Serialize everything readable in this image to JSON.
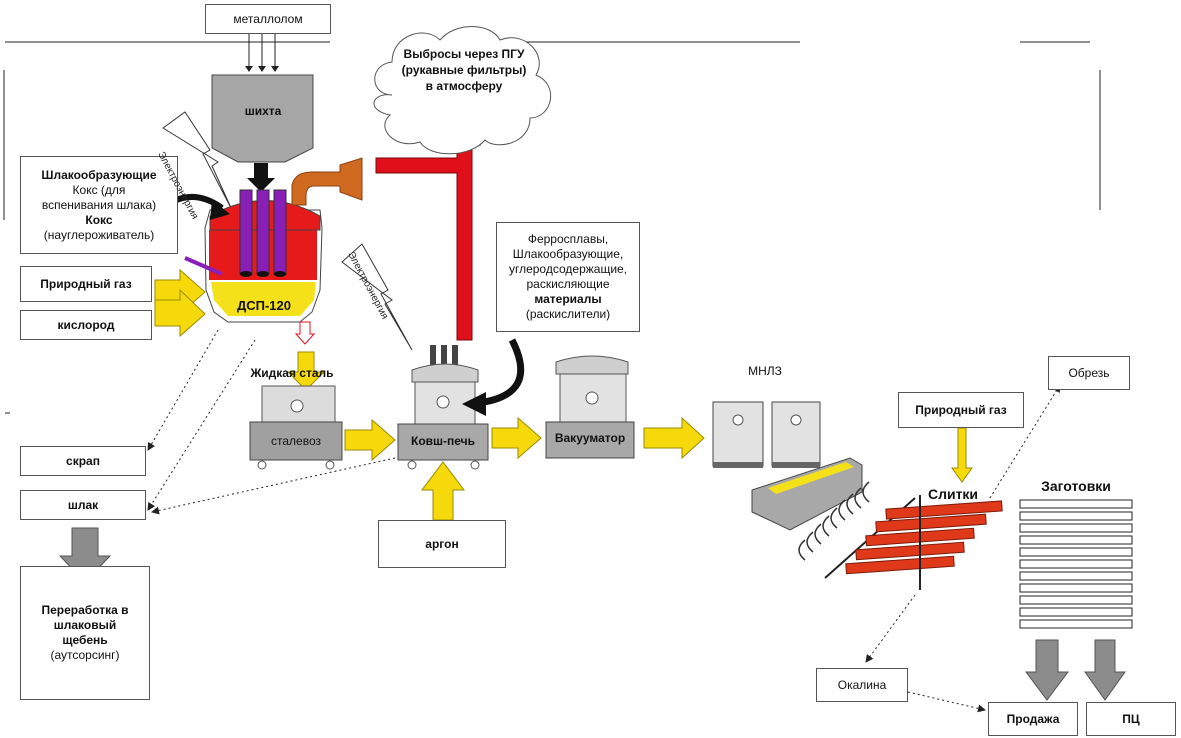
{
  "labels": {
    "scrap_metal": "металлолом",
    "charge": "шихта",
    "emissions": "Выбросы через ПГУ (рукавные фильтры) в атмосферу",
    "slag_formers_block": [
      "Шлакообразующие",
      "Кокс (для",
      "вспенивания шлака)",
      "Кокс",
      "(науглероживатель)"
    ],
    "natural_gas_1": "Природный газ",
    "oxygen": "кислород",
    "eaf": "ДСП-120",
    "energy": "Электроэнергия",
    "liquid_steel": "Жидкая сталь",
    "steel_ladle": "сталевоз",
    "ladle_furnace": "Ковш-печь",
    "vacuumator": "Вакууматор",
    "ferroalloys_block": [
      "Ферросплавы,",
      "Шлакообразующие,",
      "углеродсодержащие,",
      "раскисляющие",
      "материалы",
      "(раскислители)"
    ],
    "argon": "аргон",
    "scrap": "скрап",
    "slag": "шлак",
    "slag_processing": [
      "Переработка в",
      "шлаковый",
      "щебень",
      "(аутсорсинг)"
    ],
    "ccm": "МНЛЗ",
    "natural_gas_2": "Природный газ",
    "ingots": "Слитки",
    "billets": "Заготовки",
    "trim": "Обрезь",
    "scale": "Окалина",
    "sale": "Продажа",
    "pc": "ПЦ"
  },
  "colors": {
    "yellow_arrow": "#f5d90a",
    "red_arrow": "#e0101a",
    "gray_arrow": "#8c8c8c",
    "furnace_red": "#e61a1a",
    "electrode_purple": "#8a1fb8",
    "pipe_orange": "#d06a20",
    "ingot_red": "#e0391a"
  }
}
